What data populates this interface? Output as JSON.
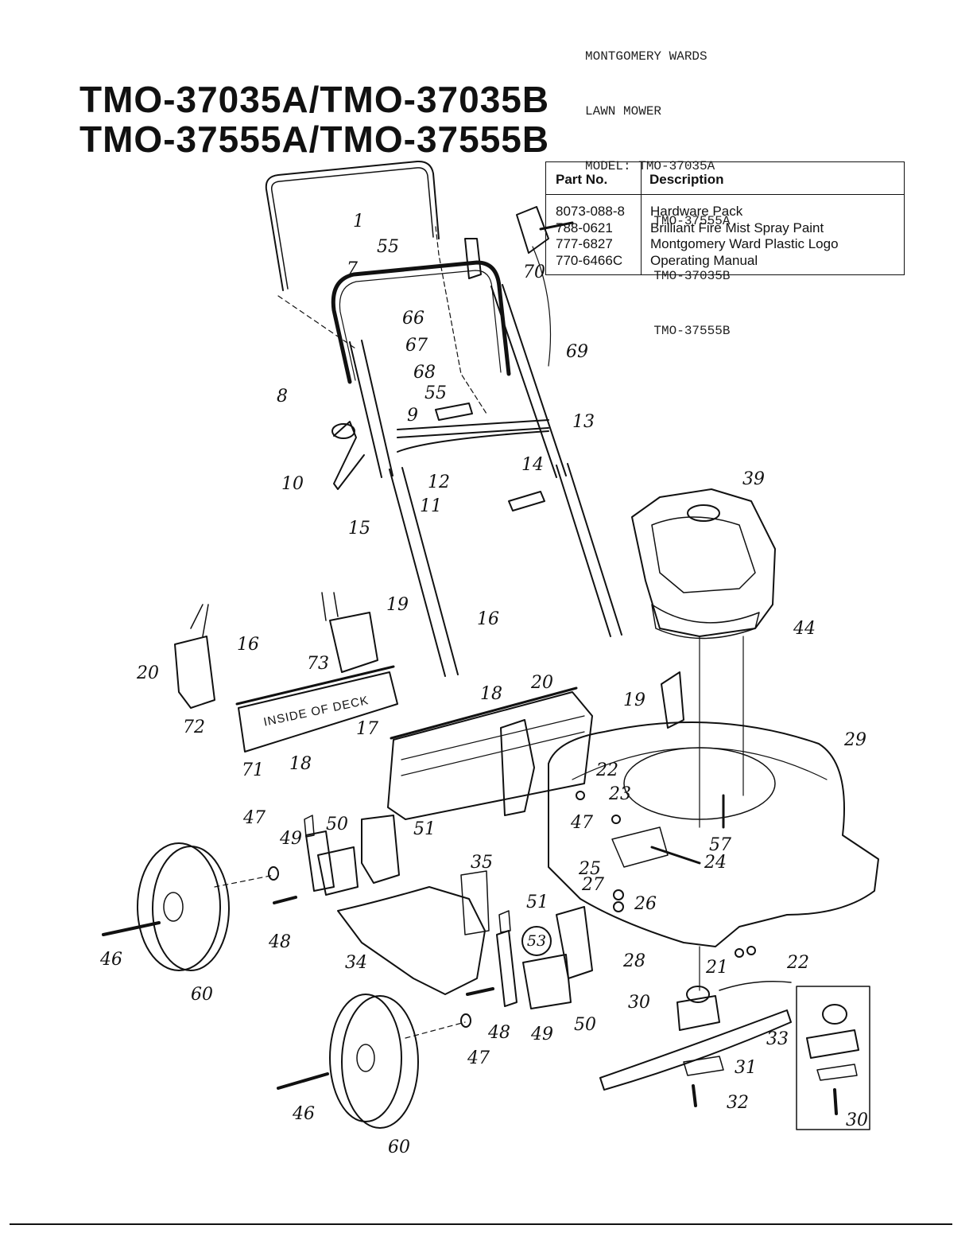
{
  "header": {
    "brand": "MONTGOMERY WARDS",
    "product": "LAWN MOWER",
    "model_label": "MODEL:",
    "models": [
      "TMO-37035A",
      "TMO-37555A",
      "TMO-37035B",
      "TMO-37555B"
    ]
  },
  "titles": [
    "TMO-37035A/TMO-37035B",
    "TMO-37555A/TMO-37555B"
  ],
  "parts_table": {
    "headers": {
      "part_no": "Part No.",
      "description": "Description"
    },
    "rows": [
      {
        "part_no": "8073-088-8",
        "description": "Hardware Pack"
      },
      {
        "part_no": "788-0621",
        "description": "Brilliant Fire Mist Spray Paint"
      },
      {
        "part_no": "777-6827",
        "description": "Montgomery Ward Plastic Logo"
      },
      {
        "part_no": "770-6466C",
        "description": "Operating Manual"
      }
    ]
  },
  "deck_label": "INSIDE OF DECK",
  "callouts": [
    "1",
    "55",
    "7",
    "70",
    "66",
    "67",
    "69",
    "68",
    "55",
    "8",
    "9",
    "13",
    "10",
    "12",
    "11",
    "14",
    "15",
    "39",
    "44",
    "19",
    "16",
    "16",
    "20",
    "73",
    "72",
    "71",
    "18",
    "18",
    "20",
    "17",
    "19",
    "29",
    "22",
    "23",
    "47",
    "57",
    "47",
    "49",
    "50",
    "51",
    "35",
    "25",
    "24",
    "27",
    "26",
    "51",
    "48",
    "46",
    "60",
    "34",
    "53",
    "28",
    "21",
    "22",
    "30",
    "33",
    "48",
    "49",
    "50",
    "47",
    "31",
    "32",
    "46",
    "60",
    "30"
  ]
}
